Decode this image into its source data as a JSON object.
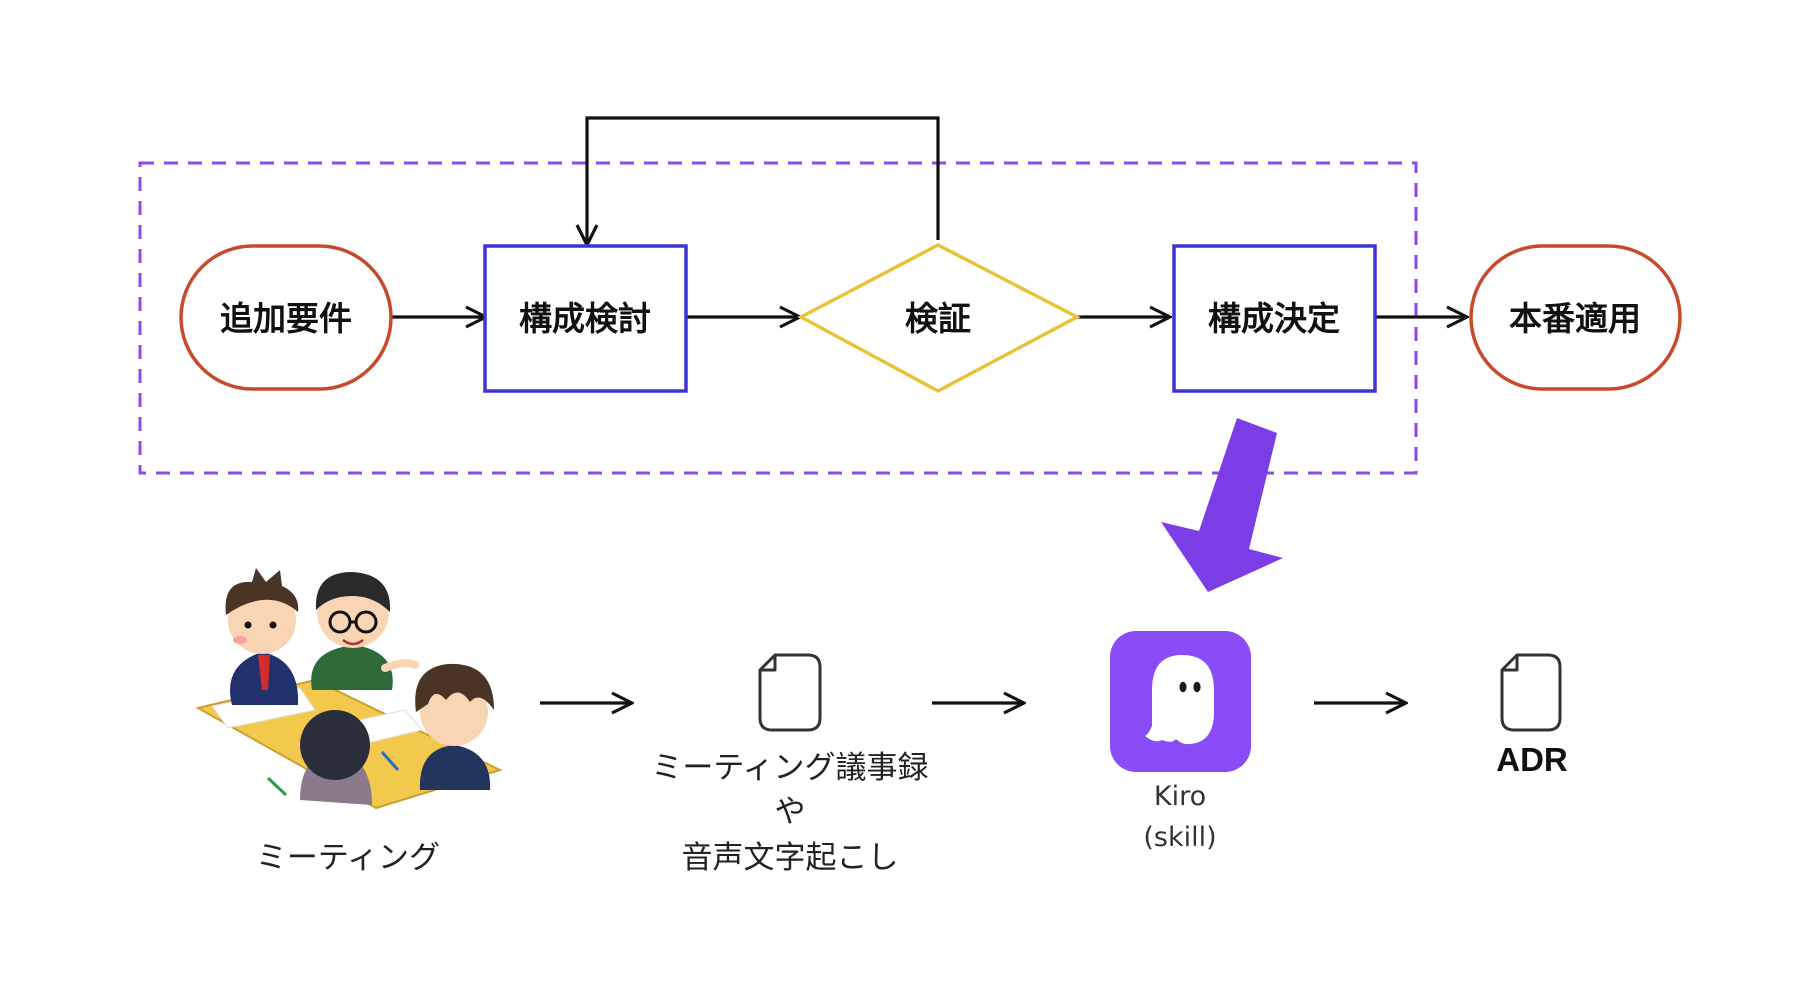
{
  "colors": {
    "terminal_stroke": "#c84a2c",
    "process_stroke": "#3b35d6",
    "decision_stroke": "#e8c33a",
    "group_dash": "#8a4be8",
    "big_arrow": "#7b3ee6",
    "kiro_bg": "#8a4cf6",
    "edge": "#111111"
  },
  "flow": {
    "nodes": {
      "start": "追加要件",
      "design": "構成検討",
      "verify": "検証",
      "decide": "構成決定",
      "deploy": "本番適用"
    }
  },
  "pipeline": {
    "meeting": {
      "label": "ミーティング"
    },
    "minutes": {
      "line1": "ミーティング議事録",
      "line2": "や",
      "line3": "音声文字起こし"
    },
    "kiro": {
      "label": "Kiro",
      "sub": "(skill)"
    },
    "adr": {
      "label": "ADR"
    }
  }
}
